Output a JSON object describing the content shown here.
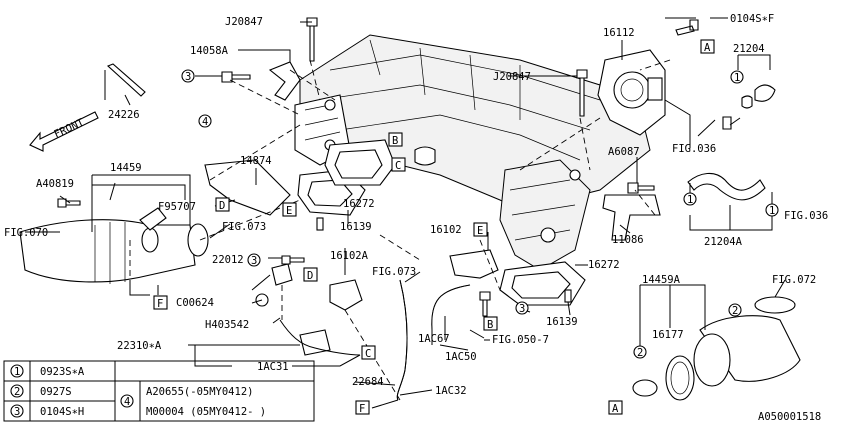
{
  "diagram_id": "A050001518",
  "part_numbers": {
    "p24226": "24226",
    "pJ20847a": "J20847",
    "pJ20847b": "J20847",
    "p14058A": "14058A",
    "p16112": "16112",
    "p0104SF": "0104S∗F",
    "p21204": "21204",
    "p21204A": "21204A",
    "pA40819": "A40819",
    "p14459": "14459",
    "p14874": "14874",
    "pF95707": "F95707",
    "p16272a": "16272",
    "p16272b": "16272",
    "p16139a": "16139",
    "p16139b": "16139",
    "pA6087": "A6087",
    "p11086": "11086",
    "p16102": "16102",
    "p16102A": "16102A",
    "p22012": "22012",
    "pC00624": "C00624",
    "pH403542": "H403542",
    "p22310A": "22310∗A",
    "p1AC31": "1AC31",
    "p1AC67": "1AC67",
    "p1AC50": "1AC50",
    "p22684": "22684",
    "p1AC32": "1AC32",
    "p14459A": "14459A",
    "p16177": "16177"
  },
  "figure_refs": {
    "fig070": "FIG.070",
    "fig073a": "FIG.073",
    "fig073b": "FIG.073",
    "fig036a": "FIG.036",
    "fig036b": "FIG.036",
    "fig0507": "FIG.050-7",
    "fig072": "FIG.072",
    "front": "FRONT"
  },
  "callouts": {
    "A": "A",
    "B": "B",
    "C": "C",
    "D": "D",
    "E": "E",
    "F": "F",
    "n1": "1",
    "n2": "2",
    "n3": "3",
    "n4": "4"
  },
  "legend": [
    {
      "num": "1",
      "part": "0923S∗A"
    },
    {
      "num": "2",
      "part": "0927S"
    },
    {
      "num": "3",
      "part": "0104S∗H"
    }
  ],
  "legend4": {
    "num": "4",
    "line1": "A20655(-05MY0412)",
    "line2": "M00004 (05MY0412- )"
  }
}
